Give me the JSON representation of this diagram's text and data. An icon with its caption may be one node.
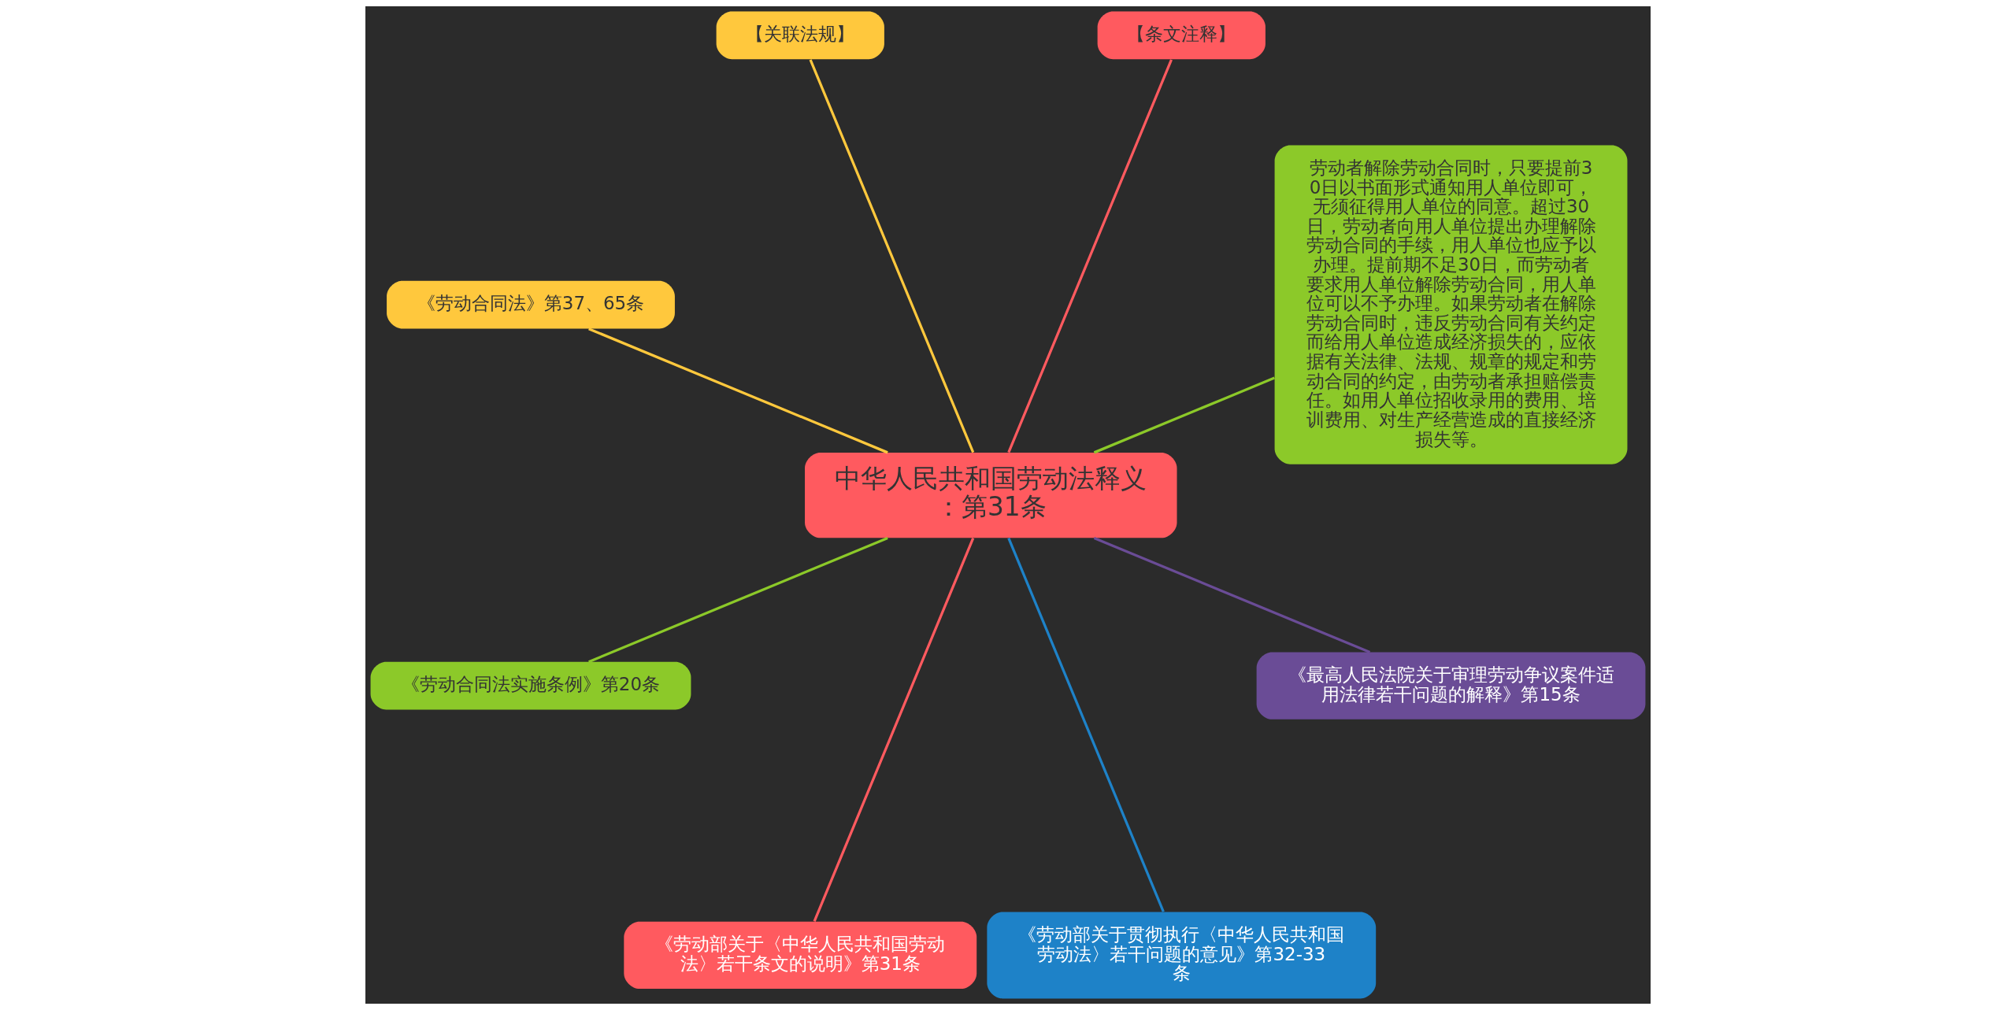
{
  "diagram": {
    "nodes": [
      {
        "text": [
          "中华人民共和国劳动法释义：第31条"
        ]
      },
      {
        "text": [
          "劳动者解除劳动合同时，只要提前30日以书面形式通知用人单位即可，无须征得用人单位的同意。超过30日，劳动者向用人单位提出办理解除劳动合同的手续，用人单位也应予以办理。提前期不足30日，而劳动者要求用人单位解除劳动合同，用人单位可以不予办理。如果劳动者在解除劳动合同时，违反劳动合同有关约定而给用人单位造成经济损失的，应依据有关法律、法规、规章的规定和劳动合同的约定，由劳动者承担赔偿责任。如用人单位招收录用的费用、培训费用、对生产经营造成的直接经济损失等。"
        ]
      },
      {
        "text": [
          "【条文注释】"
        ]
      },
      {
        "text": [
          "【关联法规】"
        ]
      },
      {
        "text": [
          "《劳动合同法》第37、65条"
        ]
      },
      {
        "text": [
          "《劳动合同法实施条例》第20条"
        ]
      },
      {
        "text": [
          "《劳动部关于〈中华人民共和国劳动法〉若干条文的说明》第31条"
        ]
      },
      {
        "text": [
          "《劳动部关于贯彻执行〈中华人民共和国劳动法〉若干问题的意见》第32-33条"
        ]
      },
      {
        "text": [
          "《最高人民法院关于审理劳动争议案件适用法律若干问题的解释》第15条"
        ]
      }
    ],
    "edges": [
      {
        "from": 0,
        "to": 1,
        "arrow": "none",
        "color": "#8cc929"
      },
      {
        "from": 0,
        "to": 2,
        "arrow": "none",
        "color": "#ff5a5f"
      },
      {
        "from": 0,
        "to": 3,
        "arrow": "none",
        "color": "#ffc83d"
      },
      {
        "from": 0,
        "to": 4,
        "arrow": "none",
        "color": "#ffc83d"
      },
      {
        "from": 0,
        "to": 5,
        "arrow": "none",
        "color": "#8cc929"
      },
      {
        "from": 0,
        "to": 6,
        "arrow": "none",
        "color": "#ff5a5f"
      },
      {
        "from": 0,
        "to": 7,
        "arrow": "none",
        "color": "#1e82c8"
      },
      {
        "from": 0,
        "to": 8,
        "arrow": "none",
        "color": "#6a4c96"
      }
    ]
  }
}
